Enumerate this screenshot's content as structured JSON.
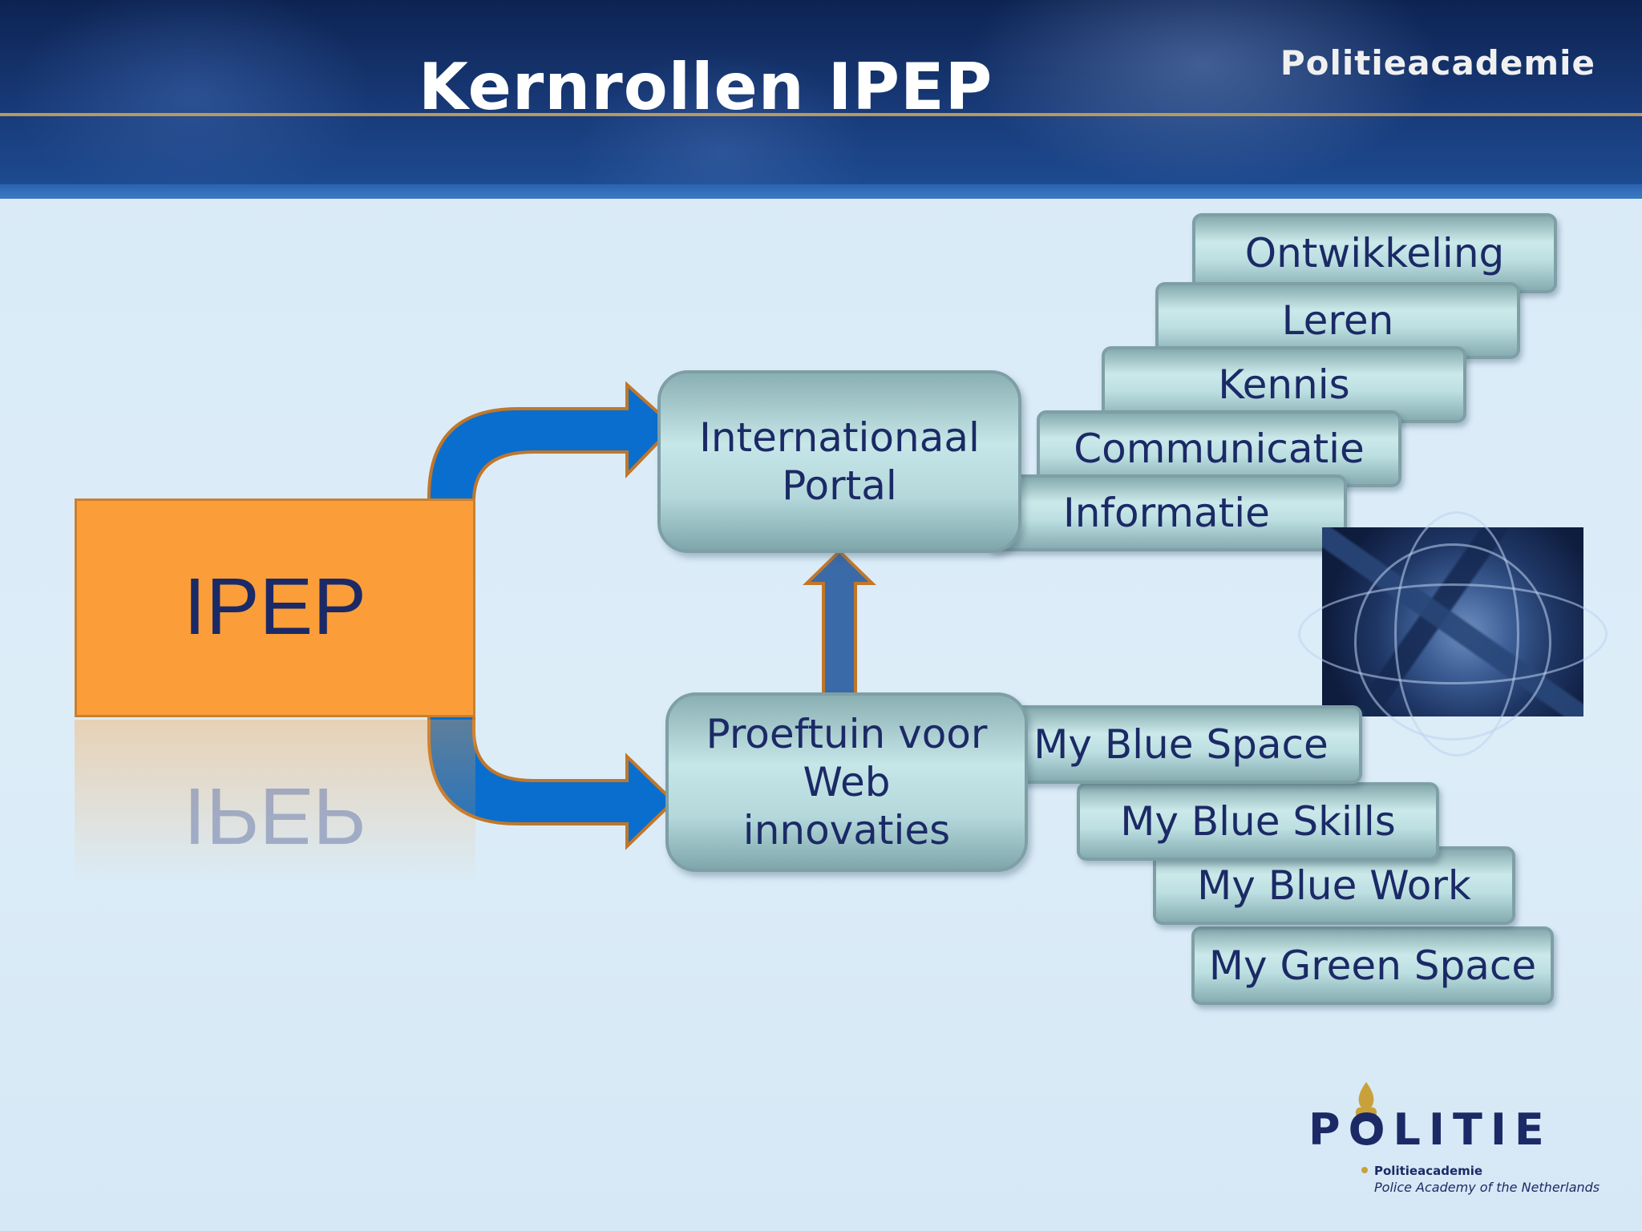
{
  "header": {
    "title": "Kernrollen IPEP",
    "brand": "Politieacademie"
  },
  "diagram": {
    "source": {
      "label": "IPEP"
    },
    "portal": {
      "line1": "Internationaal",
      "line2": "Portal"
    },
    "proeftuin": {
      "line1": "Proeftuin voor",
      "line2": "Web",
      "line3": "innovaties"
    },
    "portal_roles": [
      "Ontwikkeling",
      "Leren",
      "Kennis",
      "Communicatie",
      "Informatie"
    ],
    "proeftuin_spaces": [
      "My Blue Space",
      "My Blue Skills",
      "My Blue Work",
      "My Green Space"
    ]
  },
  "logo": {
    "word": "POLITIE",
    "sub1": "Politieacademie",
    "sub2": "Police Academy of the Netherlands"
  },
  "colors": {
    "arrow_blue": "#0a6ecf",
    "arrow_outline": "#c0772a",
    "small_arrow": "#3a6aa8",
    "ipep_orange": "#fb9e39",
    "text_navy": "#1b2a66"
  }
}
